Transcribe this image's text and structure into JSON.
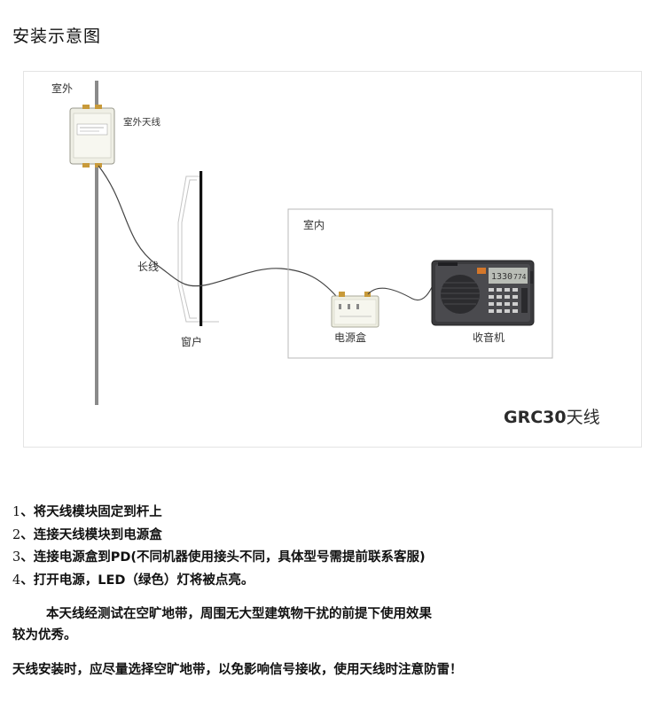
{
  "title": "安装示意图",
  "diagram": {
    "labels": {
      "outdoor": "室外",
      "outdoor_antenna": "室外天线",
      "cable": "长线",
      "window": "窗户",
      "indoor": "室内",
      "power_box": "电源盒",
      "radio": "收音机"
    },
    "brand": {
      "model": "GRC30",
      "suffix": "天线"
    },
    "radio_display": {
      "left": "1330",
      "right": "774"
    }
  },
  "steps": [
    {
      "num": "1",
      "text": "、将天线模块固定到杆上"
    },
    {
      "num": "2",
      "text": "、连接天线模块到电源盒"
    },
    {
      "num": "3",
      "text": "、连接电源盒到PD(不同机器使用接头不同，具体型号需提前联系客服)"
    },
    {
      "num": "4",
      "text": "、打开电源，LED（绿色）灯将被点亮。"
    }
  ],
  "note": {
    "line1": "本天线经测试在空旷地带，周围无大型建筑物干扰的前提下使用效果",
    "line2": "较为优秀。"
  },
  "warning": "天线安装时，应尽量选择空旷地带，以免影响信号接收，使用天线时注意防雷！",
  "colors": {
    "pole": "#8a8a8a",
    "cable": "#444444",
    "module": "#efefe5",
    "radio": "#3a3a3d"
  }
}
